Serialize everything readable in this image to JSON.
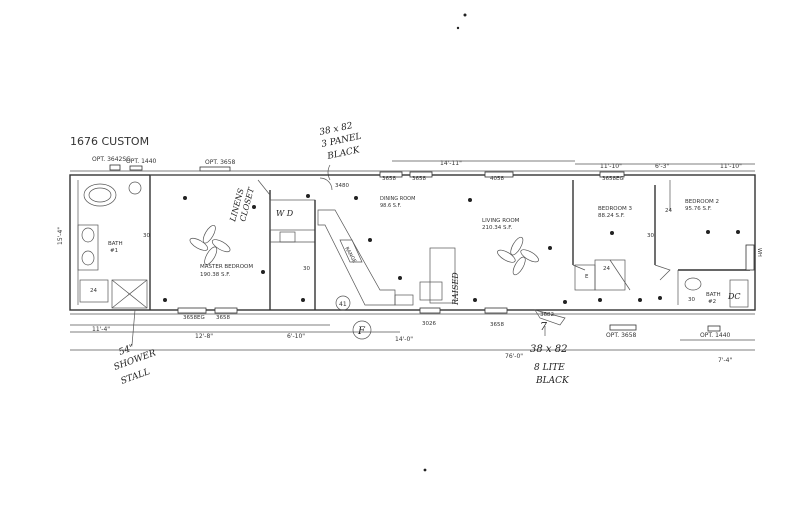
{
  "title": "1676 CUSTOM",
  "top_labels": {
    "opt_window_a": "OPT. 3642SG",
    "opt_window_b": "OPT. 1440",
    "opt_window_c": "OPT. 3658",
    "window_1": "3658",
    "window_2": "3658",
    "window_3": "4058",
    "window_4": "3658EG",
    "dim_1": "14'-11\"",
    "dim_2": "11'-10\"",
    "dim_3": "6'-3\"",
    "dim_4": "11'-10\"",
    "door_top": "3480"
  },
  "bottom_labels": {
    "window_1": "3658EG",
    "window_2": "3658",
    "window_3": "3026",
    "window_4": "3658",
    "door_bottom": "3682",
    "opt_window_d": "OPT. 3658",
    "opt_window_e": "OPT. 1440",
    "dim_a": "11'-4\"",
    "dim_b": "12'-8\"",
    "dim_c": "6'-10\"",
    "dim_d": "14'-0\"",
    "dim_total": "76'-0\"",
    "dim_e": "7'-4\"",
    "side_dim": "15'-4\""
  },
  "rooms": {
    "master_bedroom": "MASTER BEDROOM",
    "master_bedroom_area": "190.38 S.F.",
    "dining_room": "DINING ROOM",
    "dining_room_area": "98.6 S.F.",
    "living_room": "LIVING ROOM",
    "living_room_area": "210.34 S.F.",
    "bedroom_3": "BEDROOM 3",
    "bedroom_3_area": "88.24 S.F.",
    "bedroom_2": "BEDROOM 2",
    "bedroom_2_area": "95.76 S.F.",
    "bath_1": "BATH",
    "bath_1_num": "#1",
    "bath_2": "BATH",
    "bath_2_num": "#2",
    "wd": "W D",
    "range": "RANGE",
    "num_30": "30",
    "num_24": "24",
    "num_41": "41",
    "num_e": "E"
  },
  "annotations": {
    "top_note_1": "38 x 82",
    "top_note_2": "3 PANEL",
    "top_note_3": "BLACK",
    "closet_note_1": "LINENS",
    "closet_note_2": "CLOSET",
    "raised": "RAISED",
    "shower_1": "54\"",
    "shower_2": "SHOWER",
    "shower_3": "STALL",
    "bottom_note_1": "38 x 82",
    "bottom_note_2": "8 LITE",
    "bottom_note_3": "BLACK",
    "seven": "7",
    "f_circle": "F",
    "wh": "WH",
    "dc": "DC"
  }
}
